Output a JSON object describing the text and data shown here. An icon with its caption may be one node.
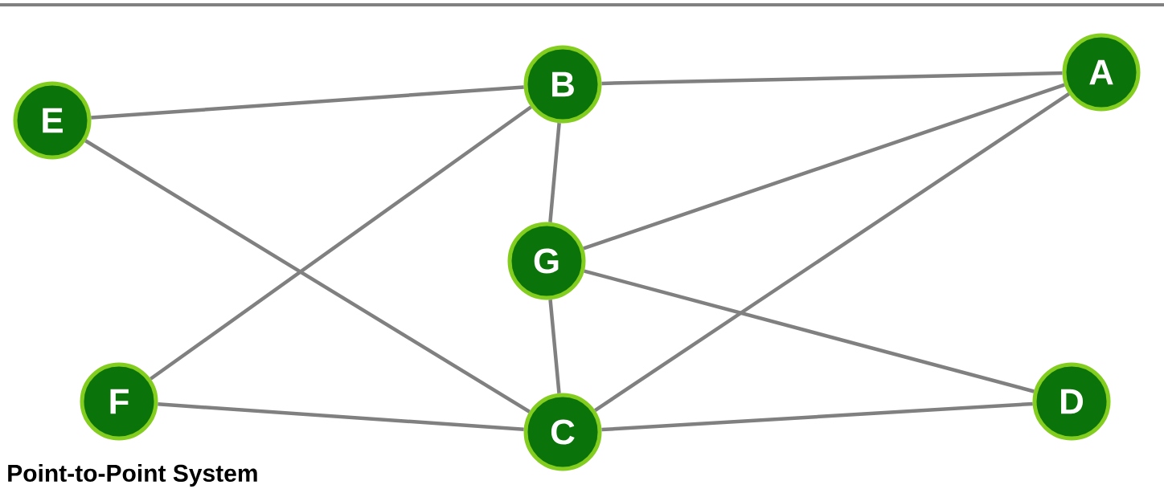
{
  "diagram": {
    "caption": "Point-to-Point System",
    "nodes": [
      {
        "text": [
          "E"
        ]
      },
      {
        "text": [
          "B"
        ]
      },
      {
        "text": [
          "A"
        ]
      },
      {
        "text": [
          "G"
        ]
      },
      {
        "text": [
          "F"
        ]
      },
      {
        "text": [
          "C"
        ]
      },
      {
        "text": [
          "D"
        ]
      }
    ],
    "edges": [
      {
        "from": 0,
        "to": 1,
        "arrow": "none"
      },
      {
        "from": 0,
        "to": 5,
        "arrow": "none"
      },
      {
        "from": 1,
        "to": 2,
        "arrow": "none"
      },
      {
        "from": 1,
        "to": 3,
        "arrow": "none"
      },
      {
        "from": 4,
        "to": 1,
        "arrow": "none"
      },
      {
        "from": 3,
        "to": 2,
        "arrow": "none"
      },
      {
        "from": 3,
        "to": 5,
        "arrow": "none"
      },
      {
        "from": 3,
        "to": 6,
        "arrow": "none"
      },
      {
        "from": 4,
        "to": 5,
        "arrow": "none"
      },
      {
        "from": 5,
        "to": 2,
        "arrow": "none"
      },
      {
        "from": 5,
        "to": 6,
        "arrow": "none"
      }
    ]
  }
}
